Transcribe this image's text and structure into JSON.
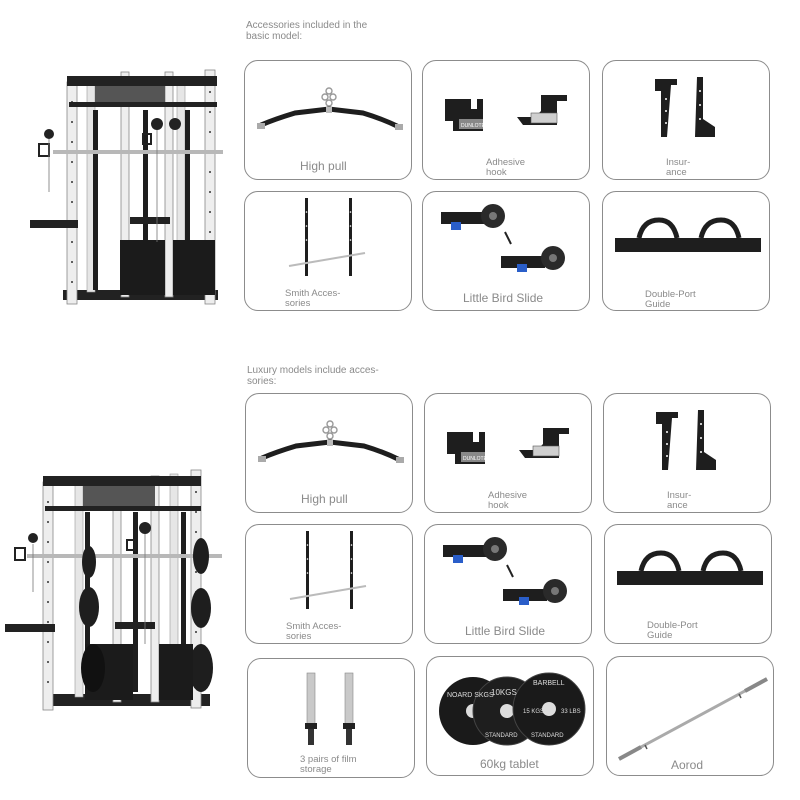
{
  "sections": [
    {
      "heading": "Accessories included in the basic model:",
      "items": [
        {
          "label": "High pull",
          "icon": "lat-bar-icon"
        },
        {
          "label": "Adhesive hook",
          "icon": "j-hook-icon"
        },
        {
          "label": "Insur-ance",
          "icon": "safety-arm-icon"
        },
        {
          "label": "Smith Acces-sories",
          "icon": "smith-bar-icon"
        },
        {
          "label": "Little Bird Slide",
          "icon": "pulley-icon"
        },
        {
          "label": "Double-Port Guide",
          "icon": "dip-bar-icon"
        }
      ]
    },
    {
      "heading": "Luxury models include acces-sories:",
      "items": [
        {
          "label": "High pull",
          "icon": "lat-bar-icon"
        },
        {
          "label": "Adhesive hook",
          "icon": "j-hook-icon"
        },
        {
          "label": "Insur-ance",
          "icon": "safety-arm-icon"
        },
        {
          "label": "Smith Acces-sories",
          "icon": "smith-bar-icon"
        },
        {
          "label": "Little Bird Slide",
          "icon": "pulley-icon"
        },
        {
          "label": "Double-Port Guide",
          "icon": "dip-bar-icon"
        },
        {
          "label": "3 pairs of film storage",
          "icon": "plate-post-icon"
        },
        {
          "label": "60kg tablet",
          "icon": "weight-plates-icon"
        },
        {
          "label": "Aorod",
          "icon": "barbell-icon"
        }
      ]
    }
  ],
  "plate_text": {
    "p1": "NOARD SKGS",
    "p2a": "10KGS",
    "p2b": "STANDARD",
    "p3a": "BARBELL",
    "p3b": "15 KGS",
    "p3c": "33 LBS",
    "p3d": "STANDARD"
  },
  "hook_brand": "DUNLOTE",
  "colors": {
    "border": "#8c8c8c",
    "frame": "#e8e8e8",
    "steel": "#1e1e1e",
    "chrome": "#b8b8b8"
  }
}
